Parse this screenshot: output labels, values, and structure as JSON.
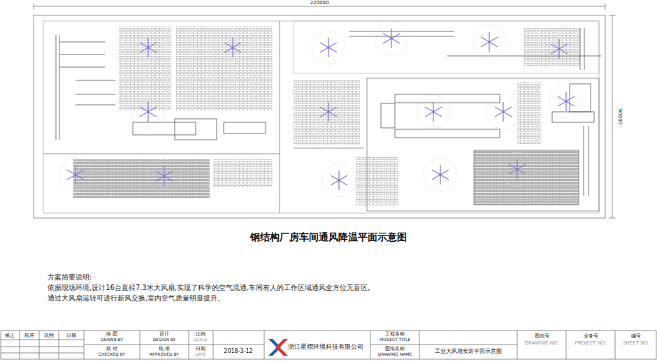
{
  "diagram": {
    "title": "钢结构厂房车间通风降温平面示意图",
    "labels": [
      "220000",
      "90000",
      "方案简要说明:",
      "依据现场环境,设计16台直径7.3米大风扇,实现了科学的空气流通,车间有人的工作区域通风全方位无盲区,",
      "通过大风扇运转可进行新风交换,室内空气质量明显提升。",
      "修正",
      "核准",
      "说明",
      "日期",
      "绘 图",
      "DRAWN BY",
      "核 对",
      "CHECKED BY",
      "设计",
      "DESIGN BY",
      "核 准",
      "APPROVED BY",
      "比例",
      "SCALE",
      "日期",
      "DATE",
      "2018-3-12",
      "浙江星熠环境科技有限公司",
      "工程名称",
      "PROJECT TITLE",
      "图纸名称",
      "DRAWING NAME",
      "工业大风扇安装平面示意图",
      "图纸号",
      "DRAWING NO.",
      "业务号",
      "PROJECT NO.",
      "编号",
      "SHEET NO."
    ]
  }
}
